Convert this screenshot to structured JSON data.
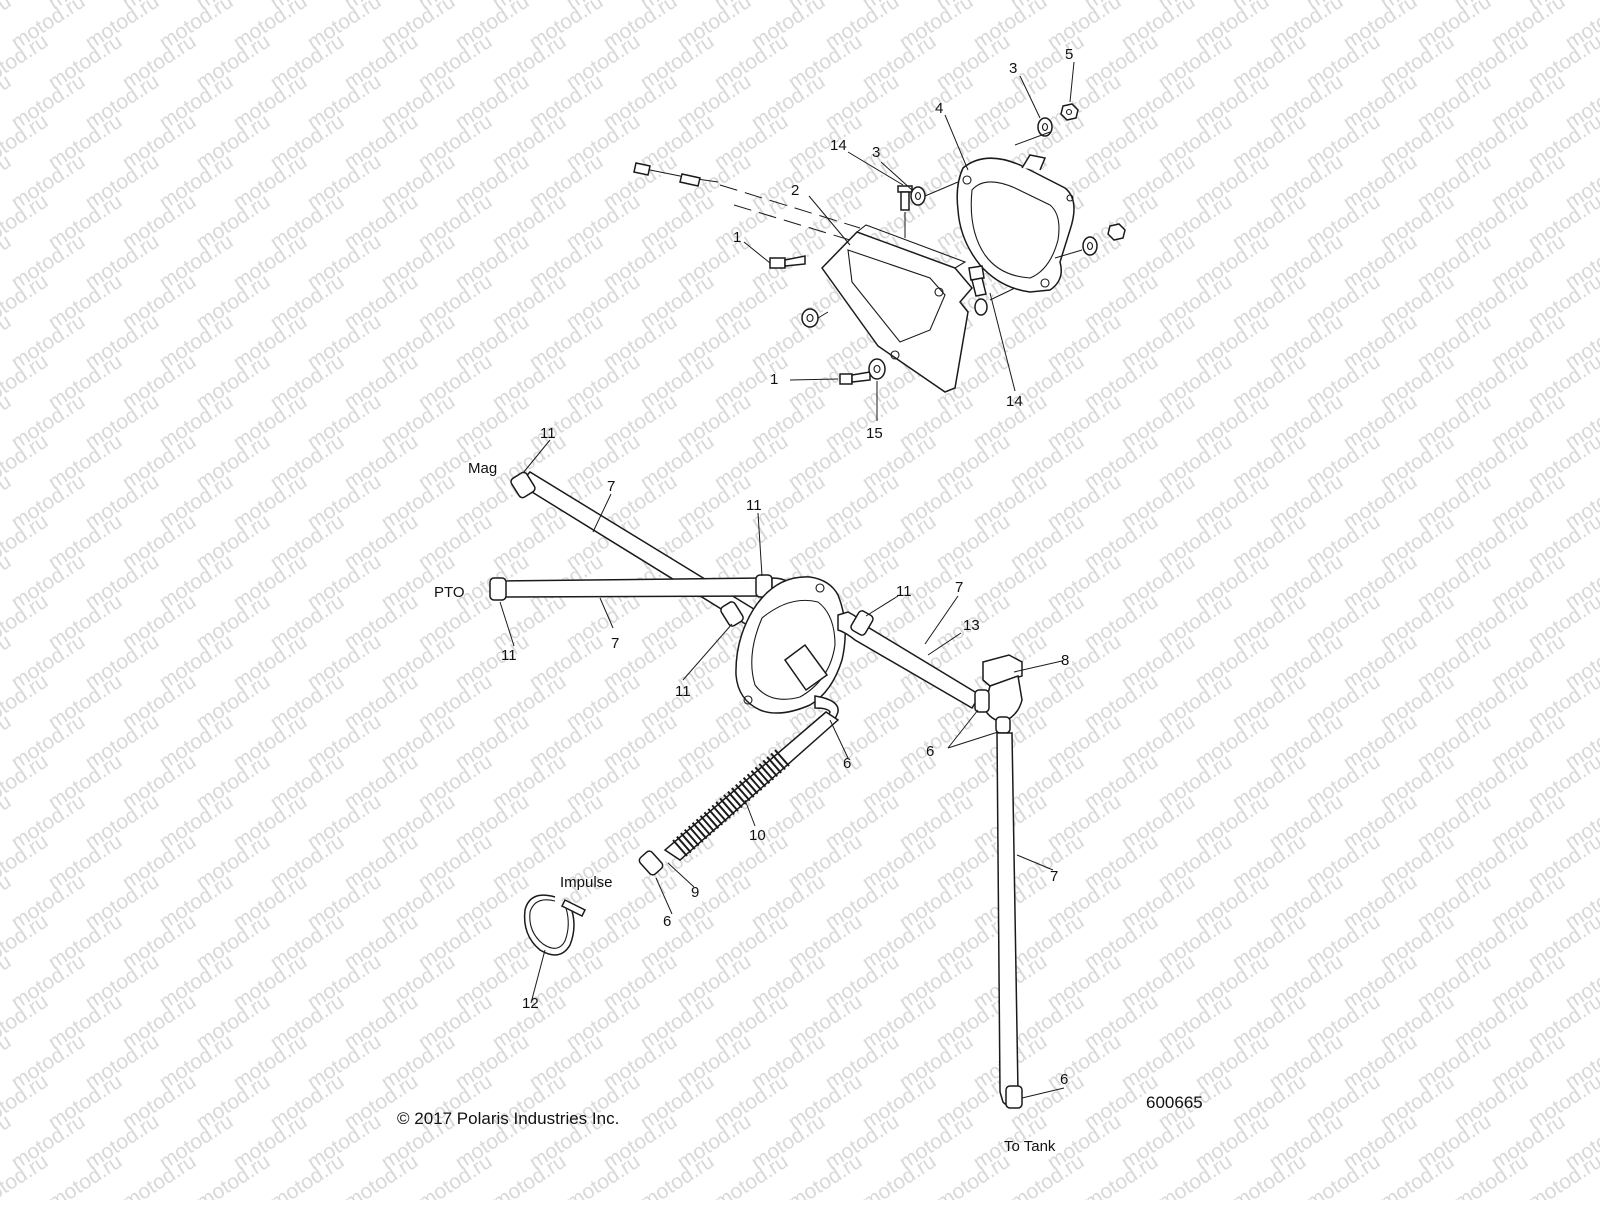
{
  "watermark": {
    "text": "motod.ru"
  },
  "labels": {
    "mag": "Mag",
    "pto": "PTO",
    "impulse": "Impulse",
    "to_tank": "To Tank"
  },
  "callouts": {
    "c1_a": "1",
    "c1_b": "1",
    "c2": "2",
    "c3_a": "3",
    "c3_b": "3",
    "c4": "4",
    "c5": "5",
    "c6_a": "6",
    "c6_b": "6",
    "c6_c": "6",
    "c6_d": "6",
    "c7_a": "7",
    "c7_b": "7",
    "c7_c": "7",
    "c7_d": "7",
    "c8": "8",
    "c9": "9",
    "c10": "10",
    "c11_a": "11",
    "c11_b": "11",
    "c11_c": "11",
    "c11_d": "11",
    "c11_e": "11",
    "c12": "12",
    "c13": "13",
    "c14_a": "14",
    "c14_b": "14",
    "c15": "15"
  },
  "footer": {
    "copyright": "© 2017 Polaris Industries Inc.",
    "diagram_number": "600665"
  },
  "colors": {
    "line": "#1a1a1a",
    "watermark": "#d8d8d8",
    "background": "#ffffff"
  }
}
